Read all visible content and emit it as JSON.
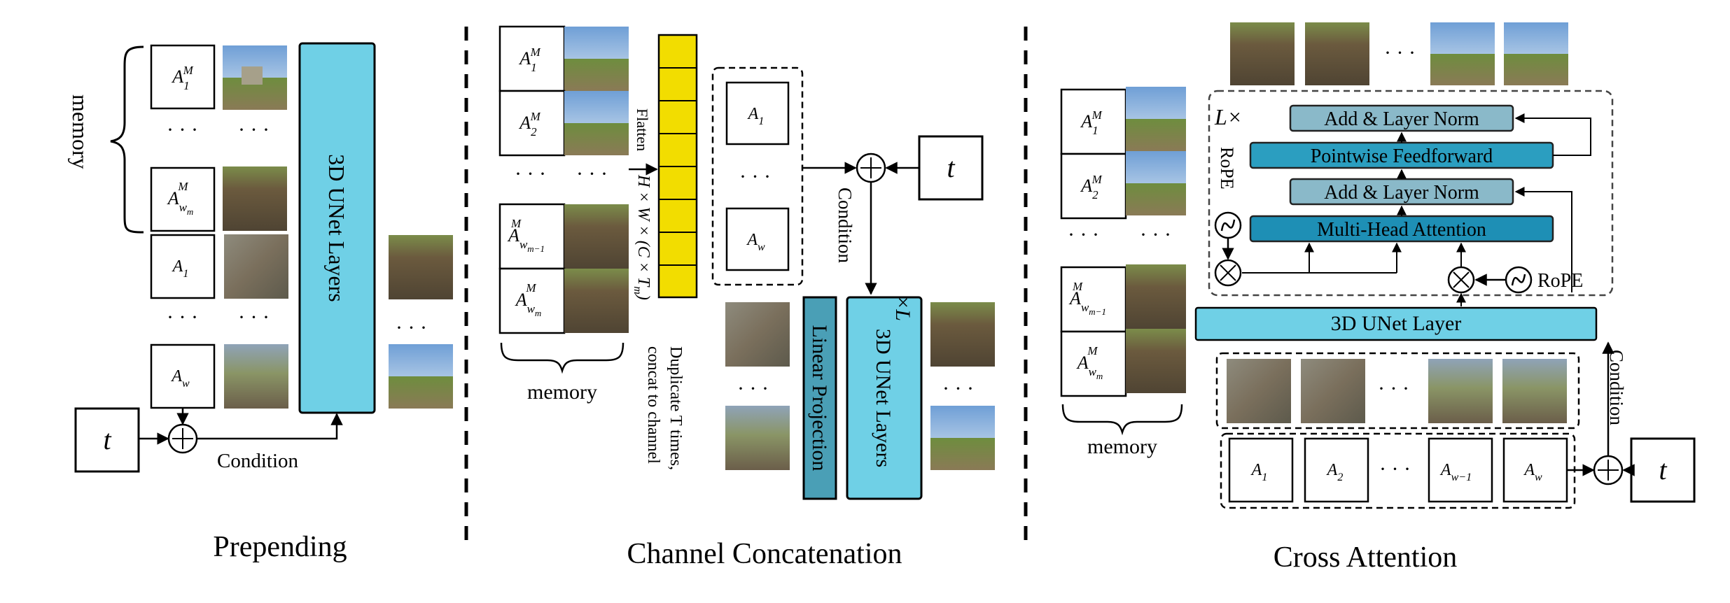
{
  "colors": {
    "unet": "#6fd0e6",
    "unet_dark": "#4a9fb6",
    "yellow": "#f2dd00",
    "ln": "#8ab9c9",
    "ff": "#2b9ec0",
    "mha": "#1e8fb5",
    "dash": "#000000"
  },
  "prepending": {
    "title": "Prepending",
    "memory_label": "memory",
    "memory_items": [
      {
        "base": "A",
        "sup": "M",
        "sub": "1"
      },
      {
        "base": "A",
        "sup": "M",
        "sub": "w",
        "subsub": "m"
      }
    ],
    "action_items": [
      {
        "base": "A",
        "sub": "1"
      },
      {
        "base": "A",
        "sub": "w"
      }
    ],
    "ellipsis": "· · ·",
    "unet_label": "3D UNet Layers",
    "t_label": "t",
    "condition_label": "Condition"
  },
  "channel_concat": {
    "title": "Channel Concatenation",
    "memory_label": "memory",
    "memory_items": [
      {
        "base": "A",
        "sup": "M",
        "sub": "1"
      },
      {
        "base": "A",
        "sup": "M",
        "sub": "2"
      },
      {
        "base": "A",
        "sup": "M",
        "sub": "w",
        "subsub": "m−1"
      },
      {
        "base": "A",
        "sup": "M",
        "sub": "w",
        "subsub": "m"
      }
    ],
    "flatten_label": "Flatten",
    "shape_label": "H × W × (C × T",
    "shape_sub": "m",
    "duplicate_label_1": "Duplicate T times,",
    "duplicate_label_2": "concat to channel",
    "action_items": [
      {
        "base": "A",
        "sub": "1"
      },
      {
        "base": "A",
        "sub": "w"
      }
    ],
    "ellipsis": "· · ·",
    "t_label": "t",
    "condition_label": "Condition",
    "linear_label": "Linear Projection",
    "unet_label": "3D UNet Layers",
    "times_label": "×L"
  },
  "cross_attention": {
    "title": "Cross Attention",
    "memory_label": "memory",
    "memory_items": [
      {
        "base": "A",
        "sup": "M",
        "sub": "1"
      },
      {
        "base": "A",
        "sup": "M",
        "sub": "2"
      },
      {
        "base": "A",
        "sup": "M",
        "sub": "w",
        "subsub": "m−1"
      },
      {
        "base": "A",
        "sup": "M",
        "sub": "w",
        "subsub": "m"
      }
    ],
    "lx_label": "L×",
    "rope_label": "RoPE",
    "rope_label_2": "RoPE",
    "blocks": {
      "add_norm_top": "Add & Layer Norm",
      "feedforward": "Pointwise Feedforward",
      "add_norm_mid": "Add & Layer Norm",
      "mha": "Multi-Head Attention"
    },
    "unet_label": "3D UNet Layer",
    "action_items": [
      {
        "base": "A",
        "sub": "1"
      },
      {
        "base": "A",
        "sub": "2"
      },
      {
        "base": "A",
        "sub": "w−1"
      },
      {
        "base": "A",
        "sub": "w"
      }
    ],
    "ellipsis": "· · ·",
    "t_label": "t",
    "condition_label": "Condition"
  }
}
